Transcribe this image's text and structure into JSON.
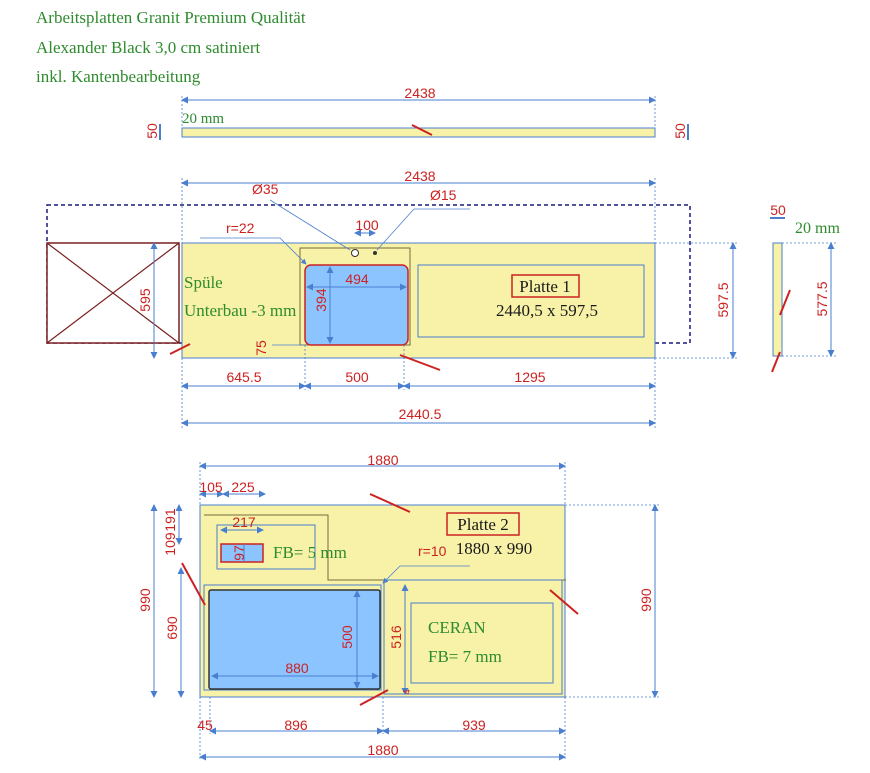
{
  "header": {
    "line1": "Arbeitsplatten Granit Premium Qualität",
    "line2": "Alexander Black 3,0 cm satiniert",
    "line3": "inkl. Kantenbearbeitung"
  },
  "colors": {
    "slab_fill": "#f7f2a8",
    "sink_fill": "#8cc4ff",
    "dimension_blue": "#4a7fd0",
    "text_red": "#cc2222",
    "text_green": "#2e8b2e",
    "outline_brown": "#7a2020",
    "dashed_navy": "#1a1a7a"
  },
  "view_side_top": {
    "width": "2438",
    "thickness": "20 mm",
    "edge_left": "50",
    "edge_right": "50"
  },
  "view_plate1": {
    "top_width": "2438",
    "diam_left": "Ø35",
    "diam_right": "Ø15",
    "radius": "r=22",
    "tap_spacing": "100",
    "sink_width": "494",
    "sink_depth": "394",
    "sink_offset": "75",
    "left_depth": "595",
    "label_sink": "Spüle",
    "label_mount": "Unterbau -3 mm",
    "plate_name": "Platte 1",
    "plate_size": "2440,5 x 597,5",
    "right_depth": "597.5",
    "seg1": "645.5",
    "seg2": "500",
    "seg3": "1295",
    "total": "2440.5",
    "side_edge": "50",
    "side_thickness": "20 mm",
    "side_depth": "577.5"
  },
  "view_plate2": {
    "top_width": "1880",
    "dim_105": "105",
    "dim_225": "225",
    "dim_217": "217",
    "dim_97": "97",
    "dim_109": "109",
    "dim_191": "191",
    "fb_small": "FB= 5 mm",
    "plate_name": "Platte 2",
    "plate_size": "1880 x 990",
    "radius": "r=10",
    "sink_width": "880",
    "sink_depth": "500",
    "ceran_depth": "516",
    "ceran_label": "CERAN",
    "ceran_fb": "FB= 7 mm",
    "left_total": "990",
    "left_lower": "690",
    "right_total": "990",
    "seg_a": "45",
    "seg_b": "896",
    "seg_c": "939",
    "bottom_total": "1880",
    "dim_4": "4"
  }
}
